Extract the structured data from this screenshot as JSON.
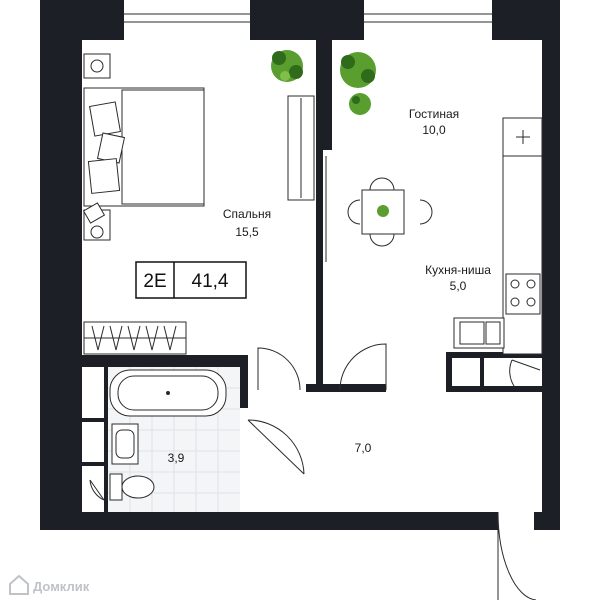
{
  "plan": {
    "type_code": "2Е",
    "total_area": "41,4",
    "rooms": [
      {
        "id": "bedroom",
        "name": "Спальня",
        "area": "15,5"
      },
      {
        "id": "living",
        "name": "Гостиная",
        "area": "10,0"
      },
      {
        "id": "kitchen",
        "name": "Кухня-ниша",
        "area": "5,0"
      },
      {
        "id": "hall",
        "name": "",
        "area": "7,0"
      },
      {
        "id": "bath",
        "name": "",
        "area": "3,9"
      }
    ]
  },
  "watermark": "Домклик",
  "colors": {
    "wall": "#1d1f26",
    "plant": "#5a9e2f",
    "plant_dark": "#2f6b1a",
    "tile": "#dfe3e6"
  }
}
